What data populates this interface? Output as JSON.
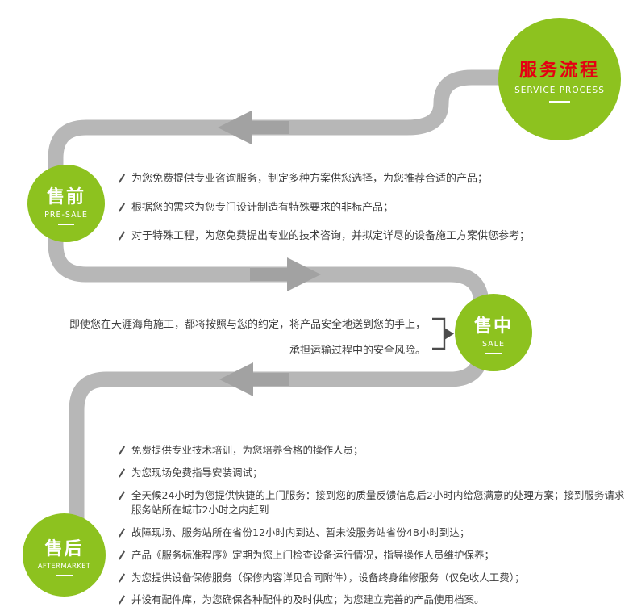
{
  "colors": {
    "green": "#8dc21f",
    "path": "#b7b7b7",
    "arrow": "#a2a2a2",
    "text": "#3f3f3f",
    "accent": "#e50012"
  },
  "header": {
    "title": "服务流程",
    "subtitle": "SERVICE PROCESS"
  },
  "stages": {
    "pre_sale": {
      "title": "售前",
      "subtitle": "PRE-SALE",
      "items": [
        "为您免费提供专业咨询服务，制定多种方案供您选择，为您推荐合适的产品；",
        "根据您的需求为您专门设计制造有特殊要求的非标产品；",
        "对于特殊工程，为您免费提出专业的技术咨询，并拟定详尽的设备施工方案供您参考；"
      ]
    },
    "sale": {
      "title": "售中",
      "subtitle": "SALE",
      "lines": [
        "即使您在天涯海角施工，都将按照与您的约定，将产品安全地送到您的手上，",
        "承担运输过程中的安全风险。"
      ]
    },
    "after_sale": {
      "title": "售后",
      "subtitle": "AFTERMARKET",
      "items": [
        "免费提供专业技术培训，为您培养合格的操作人员；",
        "为您现场免费指导安装调试；",
        "全天候24小时为您提供快捷的上门服务：接到您的质量反馈信息后2小时内给您满意的处理方案；接到服务请求服务站所在城市2小时之内赶到",
        "故障现场、服务站所在省份12小时内到达、暂未设服务站省份48小时到达；",
        "产品《服务标准程序》定期为您上门检查设备运行情况，指导操作人员维护保养；",
        "为您提供设备保修服务（保修内容详见合同附件），设备终身维修服务（仅免收人工费）；",
        "并设有配件库，为您确保各种配件的及时供应；为您建立完善的产品使用档案。"
      ]
    }
  }
}
